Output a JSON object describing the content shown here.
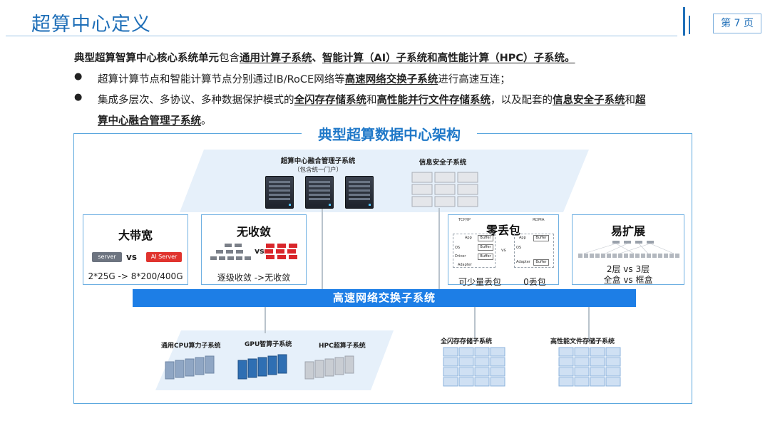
{
  "header": {
    "title": "超算中心定义",
    "page_label": "第 7 页"
  },
  "intro": {
    "part1": "典型超算智算中心核心系统单元",
    "part2": "包含",
    "part3": "通用计算子系统",
    "part4": "、",
    "part5": "智能计算（AI）子系统和高性能计算（HPC）子系统。"
  },
  "bullet1": {
    "part1": "超算计算节点和智能计算节点分别通过IB/RoCE网络等",
    "part2": "高速网络交换子系统",
    "part3": "进行高速互连；"
  },
  "bullet2": {
    "part1": "集成多层次、多协议、多种数据保护模式的",
    "part2": "全闪存存储系统",
    "part3": "和",
    "part4": "高性能并行文件存储系统",
    "part5": "，以及配套的",
    "part6": "信息安全子系统",
    "part7": "和",
    "part8": "超",
    "line2a": "算中心融合管理子系统",
    "line2b": "。"
  },
  "diagram": {
    "title": "典型超算数据中心架构",
    "mgmt_label": "超算中心融合管理子系统",
    "mgmt_sub": "（包含统一门户）",
    "security_label": "信息安全子系统",
    "card_bandwidth": {
      "title": "大带宽",
      "server": "server",
      "vs": "vs",
      "ai_server": "AI Server",
      "caption": "2*25G -> 8*200/400G"
    },
    "card_convergence": {
      "title": "无收敛",
      "vs": "vs",
      "caption": "逐级收敛 ->无收敛"
    },
    "card_loss": {
      "title": "零丢包",
      "left_caption": "可少量丢包",
      "right_caption": "0丢包",
      "tcpip": "TCP/IP",
      "rdma": "RDMA",
      "app": "App",
      "buffer": "Buffer",
      "os": "OS",
      "driver": "Driver",
      "adapter": "Adapter",
      "vs": "vs"
    },
    "card_scale": {
      "title": "易扩展",
      "caption1": "2层 vs 3层",
      "caption2": "全盒 vs 框盒"
    },
    "bus_label": "高速网络交换子系统",
    "cpu_label": "通用CPU算力子系统",
    "gpu_label": "GPU智算子系统",
    "hpc_label": "HPC超算子系统",
    "flash_label": "全闪存存储子系统",
    "pfs_label": "高性能文件存储子系统"
  },
  "colors": {
    "accent": "#1f6fb8",
    "bus": "#1d7ee6",
    "cpu_block": "#8fa6c4",
    "gpu_block": "#2f6fb3",
    "hpc_block": "#c9cdd3",
    "storage_block": "#cfe0f3"
  }
}
